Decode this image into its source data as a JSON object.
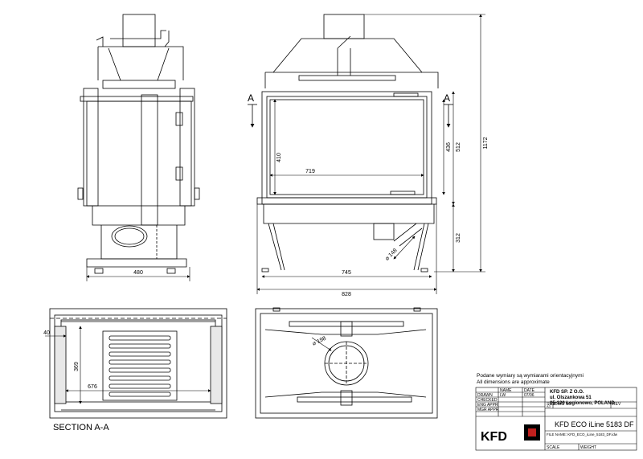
{
  "drawing": {
    "section_mark": "A",
    "section_title": "SECTION A-A",
    "dims": {
      "side_width": "480",
      "front_inner_width": "745",
      "front_outer_width": "828",
      "glass_height": "410",
      "glass_width": "719",
      "front_opening_height": "436",
      "front_frame_height": "512",
      "total_height": "1172",
      "base_height": "312",
      "duct_diameter": "⌀ 148",
      "section_left_offset": "40",
      "section_depth": "369",
      "section_width": "676",
      "plan_duct_diameter": "⌀ 198"
    }
  },
  "notes": {
    "pl": "Podane wymiary są wymiarami orientacyjnymi",
    "en": "All dimensions are approximate"
  },
  "title_block": {
    "company": "KFD SP. Z O.O.",
    "street": "ul. Olszankowa 51",
    "city": "05-120 Legionowo, POLAND",
    "rows": [
      "DRAWN",
      "CHECKED",
      "ENG APPR",
      "MGR APPR"
    ],
    "col_name": "NAME",
    "col_date": "DATE",
    "drawn_name": "LW",
    "drawn_date": "07/06",
    "size_label": "SIZE",
    "size_value": "A3",
    "dwg_label": "DWG NO",
    "rev_label": "REV",
    "product": "KFD ECO iLine 5183 DF",
    "file_name": "FILE NAME: KFD_ECO_iLine_5183_DF.idw",
    "scale_label": "SCALE",
    "weight_label": "WEIGHT",
    "logo_text": "KFD"
  }
}
